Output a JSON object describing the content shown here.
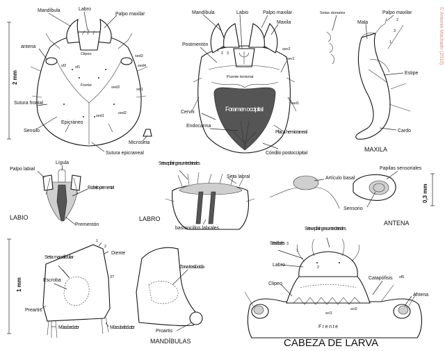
{
  "copyright": "© Antonio Machado (2010)",
  "colors": {
    "ink": "#111111",
    "foramen": "#555555",
    "copyright": "#d98a86"
  },
  "scales": {
    "top": "2 mm",
    "antena": "0,3 mm",
    "mandibulas": "1 mm"
  },
  "captions": {
    "maxila": "MAXILA",
    "labio": "LABIO",
    "labro": "LABRO",
    "antena": "ANTENA",
    "mandibulas": "MANDÍBULAS",
    "main": "CABEZA DE LARVA"
  },
  "head_dorsal": {
    "labels": [
      "Mandíbula",
      "Labro",
      "Palpo maxilar",
      "Clipeo",
      "antena",
      "sf2",
      "sf1",
      "Frente",
      "sed2",
      "sed4",
      "sed3",
      "sed1",
      "sel1",
      "sed2",
      "Sutura frontal",
      "Epicráneo",
      "Sensilo",
      "Microseta",
      "Sutura epicraneal"
    ]
  },
  "head_ventral": {
    "labels": [
      "Mandíbula",
      "Labio",
      "Palpo maxilar",
      "Maxila",
      "Postmentón",
      "1",
      "2",
      "3",
      "Puente tentorial",
      "sev2",
      "sev1",
      "sel1",
      "Foramen occipital",
      "Cervix",
      "Endocarina",
      "Placa hemicraneal",
      "Cóndilo postoccipital"
    ]
  },
  "maxila": {
    "labels": [
      "Setas dorsales",
      "Palpo maxilar",
      "Mala",
      "1",
      "2",
      "3",
      "Estipe",
      "Cardo"
    ]
  },
  "labio": {
    "labels": [
      "Lígula",
      "Palpo labial",
      "Esclerito premental",
      "Prementón"
    ]
  },
  "labro": {
    "labels": [
      "Setas epifaríngeas anterolaterales",
      "Seta labral",
      "bastoncillos labrales"
    ]
  },
  "antena": {
    "labels": [
      "Artículo basal",
      "Papilas sensoriales",
      "Sensorio"
    ]
  },
  "mandibulas": {
    "labels": [
      "1",
      "2",
      "Diente",
      "3?",
      "Seta mandibular",
      "Escroba",
      "Preartis",
      "Músculo aductor",
      "Músculo abductor",
      "Zona traslúcida",
      "Proartis"
    ]
  },
  "cabeza_larva": {
    "labels": [
      "Setas epifaríngeas anterolaterales",
      "Setas labrales",
      "3",
      "2",
      "1",
      "Labro",
      "Clipeo",
      "Catapófisis",
      "sf5",
      "Antena",
      "scl1",
      "scl2",
      "Frente"
    ]
  }
}
